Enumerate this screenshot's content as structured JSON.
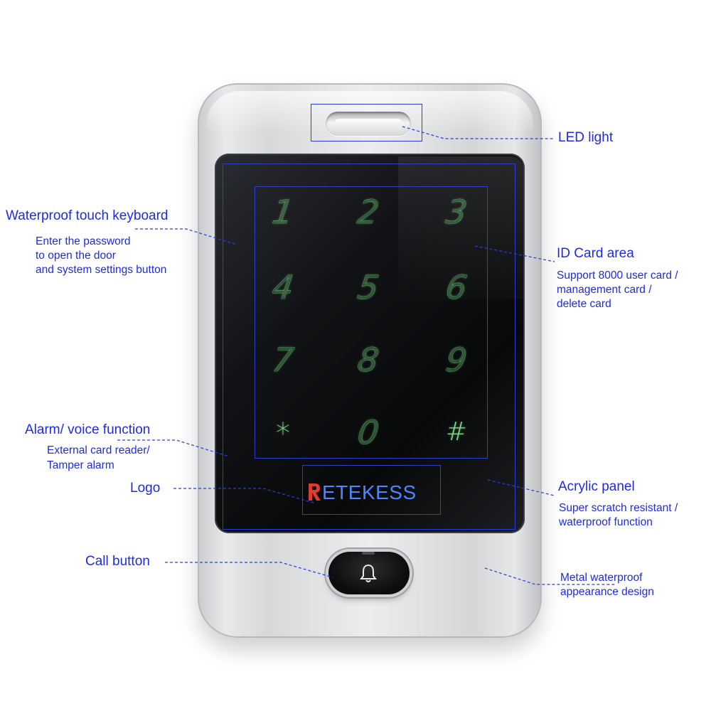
{
  "keypad": {
    "keys": [
      "1",
      "2",
      "3",
      "4",
      "5",
      "6",
      "7",
      "8",
      "9",
      "*",
      "0",
      "#"
    ]
  },
  "logo": {
    "text": "ETEKESS"
  },
  "icons": {
    "call_button": "bell-icon"
  },
  "annotations": {
    "led": {
      "title": "LED light"
    },
    "keyboard": {
      "title": "Waterproof touch keyboard",
      "lines": [
        "Enter the password",
        "to open the door",
        "and system settings button"
      ]
    },
    "id_card": {
      "title": "ID Card area",
      "lines": [
        "Support 8000 user card /",
        "management card /",
        "delete card"
      ]
    },
    "alarm": {
      "title": "Alarm/ voice function",
      "lines": [
        "External card reader/",
        "Tamper alarm"
      ]
    },
    "logo": {
      "title": "Logo"
    },
    "acrylic": {
      "title": "Acrylic panel",
      "lines": [
        "Super scratch resistant /",
        "waterproof function"
      ]
    },
    "call": {
      "title": "Call button"
    },
    "metal": {
      "lines": [
        "Metal waterproof",
        "appearance design"
      ]
    }
  },
  "colors": {
    "annotation": "#1f2be0",
    "keypad_glow": "#7fd88a",
    "logo": "#4a86ff"
  }
}
